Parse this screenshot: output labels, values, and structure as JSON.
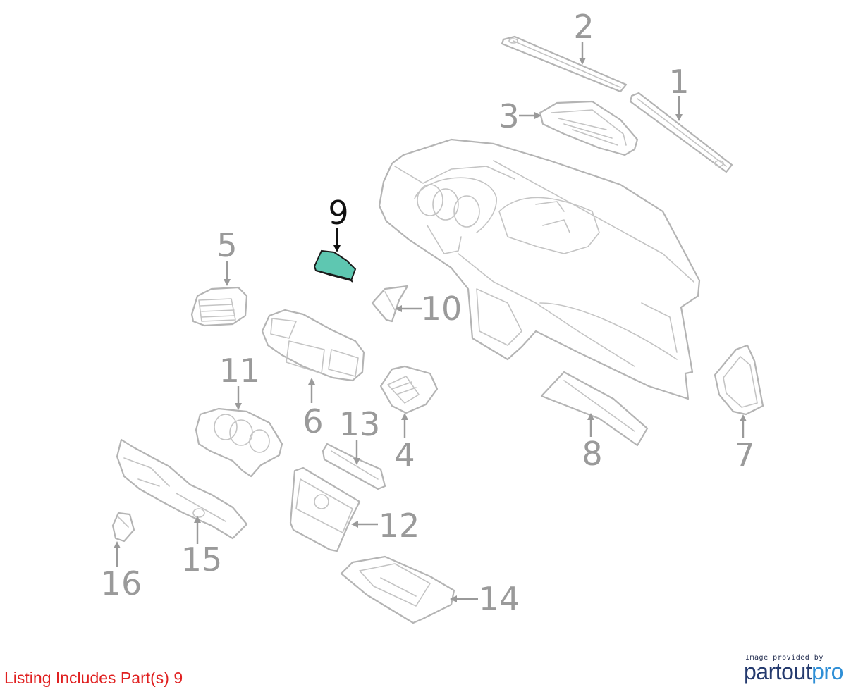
{
  "diagram": {
    "parts": [
      {
        "number": "1",
        "highlighted": false
      },
      {
        "number": "2",
        "highlighted": false
      },
      {
        "number": "3",
        "highlighted": false
      },
      {
        "number": "4",
        "highlighted": false
      },
      {
        "number": "5",
        "highlighted": false
      },
      {
        "number": "6",
        "highlighted": false
      },
      {
        "number": "7",
        "highlighted": false
      },
      {
        "number": "8",
        "highlighted": false
      },
      {
        "number": "9",
        "highlighted": true
      },
      {
        "number": "10",
        "highlighted": false
      },
      {
        "number": "11",
        "highlighted": false
      },
      {
        "number": "12",
        "highlighted": false
      },
      {
        "number": "13",
        "highlighted": false
      },
      {
        "number": "14",
        "highlighted": false
      },
      {
        "number": "15",
        "highlighted": false
      },
      {
        "number": "16",
        "highlighted": false
      }
    ],
    "colors": {
      "highlight_fill": "#5ec7b1",
      "line": "#b4b4b4",
      "label": "#9a9a9a",
      "highlight_label": "#111111"
    }
  },
  "listing_note": "Listing Includes Part(s) 9",
  "credit": {
    "caption": "Image provided by",
    "logo_part1": "partout",
    "logo_part2": "pro"
  }
}
